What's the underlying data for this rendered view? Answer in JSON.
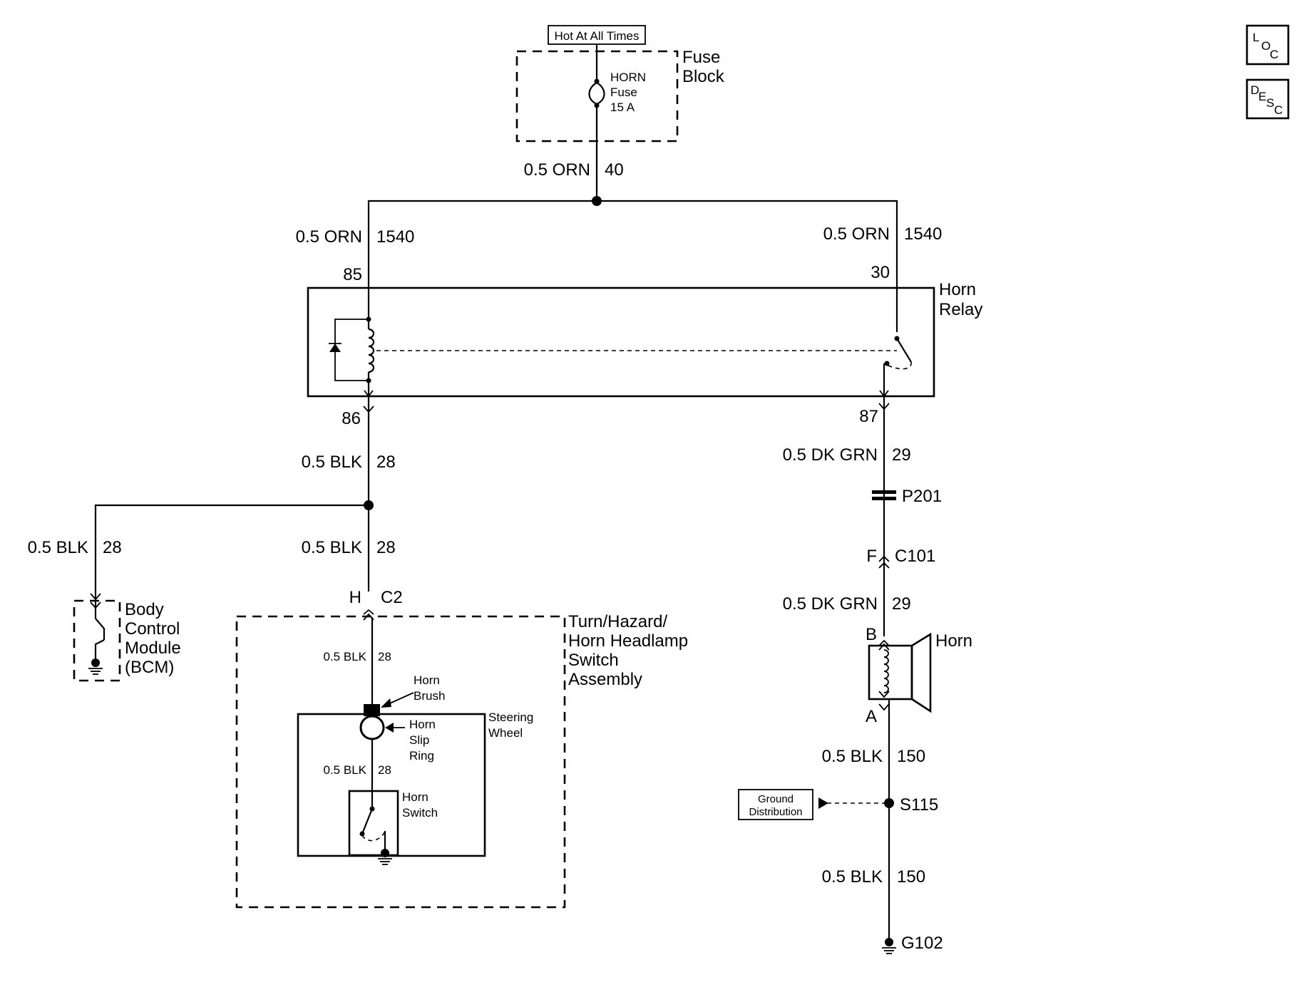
{
  "fuse_block": {
    "power_label": "Hot At All Times",
    "fuse_name": "HORN",
    "fuse_word": "Fuse",
    "fuse_rating": "15 A",
    "title_line1": "Fuse",
    "title_line2": "Block"
  },
  "wires": {
    "fuse_out": {
      "gauge_color": "0.5 ORN",
      "circuit": "40"
    },
    "relay_85_feed": {
      "gauge_color": "0.5 ORN",
      "circuit": "1540"
    },
    "relay_30_feed": {
      "gauge_color": "0.5 ORN",
      "circuit": "1540"
    },
    "relay_86_out": {
      "gauge_color": "0.5 BLK",
      "circuit": "28"
    },
    "bcm_branch": {
      "gauge_color": "0.5 BLK",
      "circuit": "28"
    },
    "switch_branch": {
      "gauge_color": "0.5 BLK",
      "circuit": "28"
    },
    "brush_wire": {
      "gauge_color": "0.5 BLK",
      "circuit": "28"
    },
    "slip_ring_wire": {
      "gauge_color": "0.5 BLK",
      "circuit": "28"
    },
    "relay_87_out": {
      "gauge_color": "0.5 DK GRN",
      "circuit": "29"
    },
    "horn_feed": {
      "gauge_color": "0.5 DK GRN",
      "circuit": "29"
    },
    "horn_ground": {
      "gauge_color": "0.5 BLK",
      "circuit": "150"
    },
    "splice_ground": {
      "gauge_color": "0.5 BLK",
      "circuit": "150"
    }
  },
  "relay": {
    "title_line1": "Horn",
    "title_line2": "Relay",
    "pin_85": "85",
    "pin_30": "30",
    "pin_86": "86",
    "pin_87": "87"
  },
  "bcm": {
    "line1": "Body",
    "line2": "Control",
    "line3": "Module",
    "line4": "(BCM)"
  },
  "switch_assembly": {
    "connector_pin": "H",
    "connector_name": "C2",
    "title_line1": "Turn/Hazard/",
    "title_line2": "Horn Headlamp",
    "title_line3": "Switch",
    "title_line4": "Assembly",
    "steering_line1": "Steering",
    "steering_line2": "Wheel",
    "brush_line1": "Horn",
    "brush_line2": "Brush",
    "slip_line1": "Horn",
    "slip_line2": "Slip",
    "slip_line3": "Ring",
    "switch_line1": "Horn",
    "switch_line2": "Switch"
  },
  "horn_circuit": {
    "pass_through": "P201",
    "connector_pin": "F",
    "connector_name": "C101",
    "horn_pin_b": "B",
    "horn_pin_a": "A",
    "horn_label": "Horn",
    "ground_distribution_line1": "Ground",
    "ground_distribution_line2": "Distribution",
    "splice": "S115",
    "ground": "G102"
  },
  "side_icons": {
    "loc": {
      "l1": "L",
      "l2": "O",
      "l3": "C"
    },
    "desc": {
      "l1": "D",
      "l2": "E",
      "l3": "S",
      "l4": "C"
    }
  }
}
